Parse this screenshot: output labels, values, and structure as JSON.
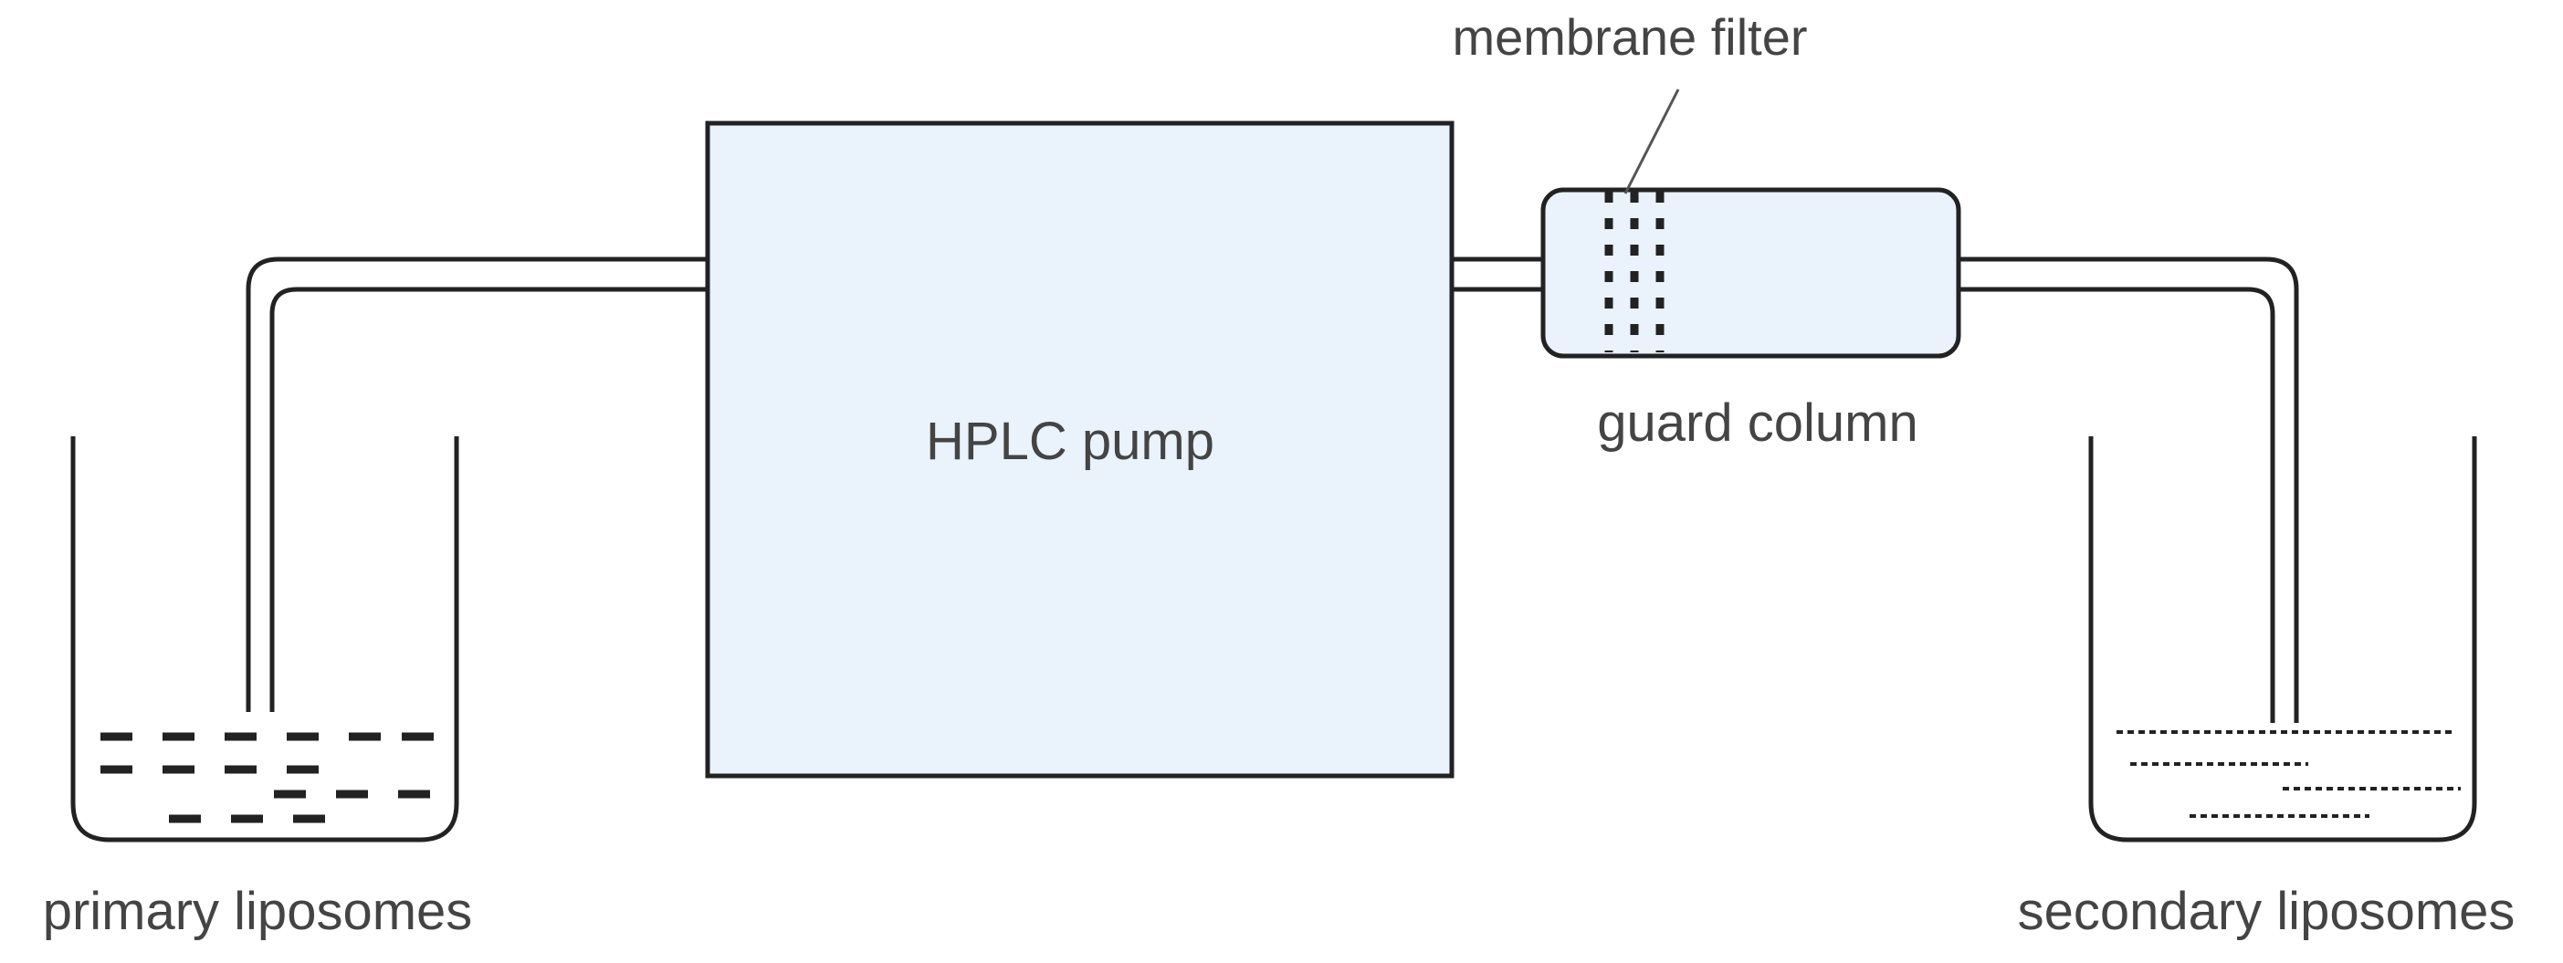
{
  "labels": {
    "pump": "HPLC pump",
    "membrane_filter": "membrane filter",
    "guard_column": "guard column",
    "primary_liposomes": "primary liposomes",
    "secondary_liposomes": "secondary liposomes"
  },
  "colors": {
    "stroke": "#222222",
    "pump_fill": "#eaf2fc",
    "column_fill": "#eaf2fc",
    "text": "#444444"
  }
}
